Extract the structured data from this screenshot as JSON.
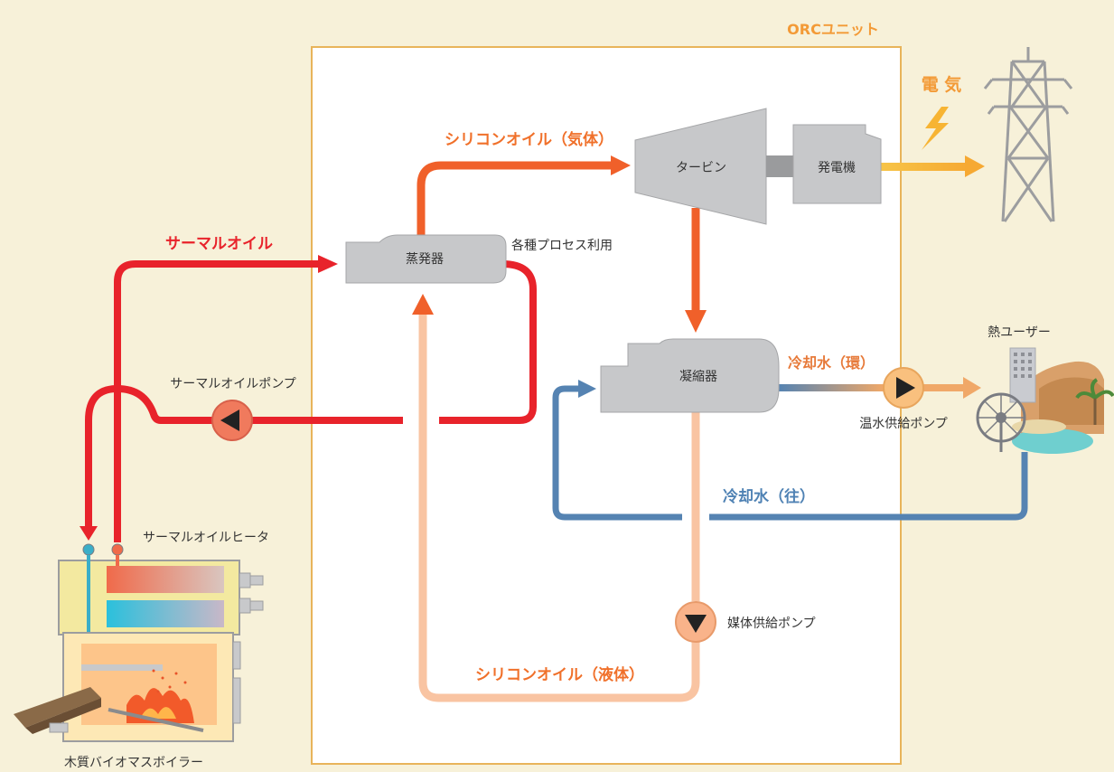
{
  "orc_unit": {
    "label": "ORCユニット"
  },
  "electricity": {
    "label": "電 気"
  },
  "turbine": {
    "label": "タービン"
  },
  "generator": {
    "label": "発電機"
  },
  "evaporator": {
    "label": "蒸発器"
  },
  "condenser": {
    "label": "凝縮器"
  },
  "process_use": {
    "label": "各種プロセス利用"
  },
  "heat_user": {
    "label": "熱ユーザー"
  },
  "flows": {
    "silicone_gas": "シリコンオイル（気体）",
    "silicone_liquid": "シリコンオイル（液体）",
    "thermal_oil": "サーマルオイル",
    "cooling_return": "冷却水（環）",
    "cooling_supply": "冷却水（往）"
  },
  "pumps": {
    "thermal_oil_pump": "サーマルオイルポンプ",
    "hot_water_pump": "温水供給ポンプ",
    "medium_pump": "媒体供給ポンプ"
  },
  "boiler": {
    "heater_label": "サーマルオイルヒータ",
    "boiler_label": "木質バイオマスボイラー"
  },
  "colors": {
    "thermal_oil_red": "#e8232b",
    "silicone_gas_orange": "#f0602a",
    "silicone_liquid_peach": "#f9c4a2",
    "cooling_blue": "#5583b2",
    "electric_yellow": "#f7b433",
    "background": "#f7f1d9"
  }
}
